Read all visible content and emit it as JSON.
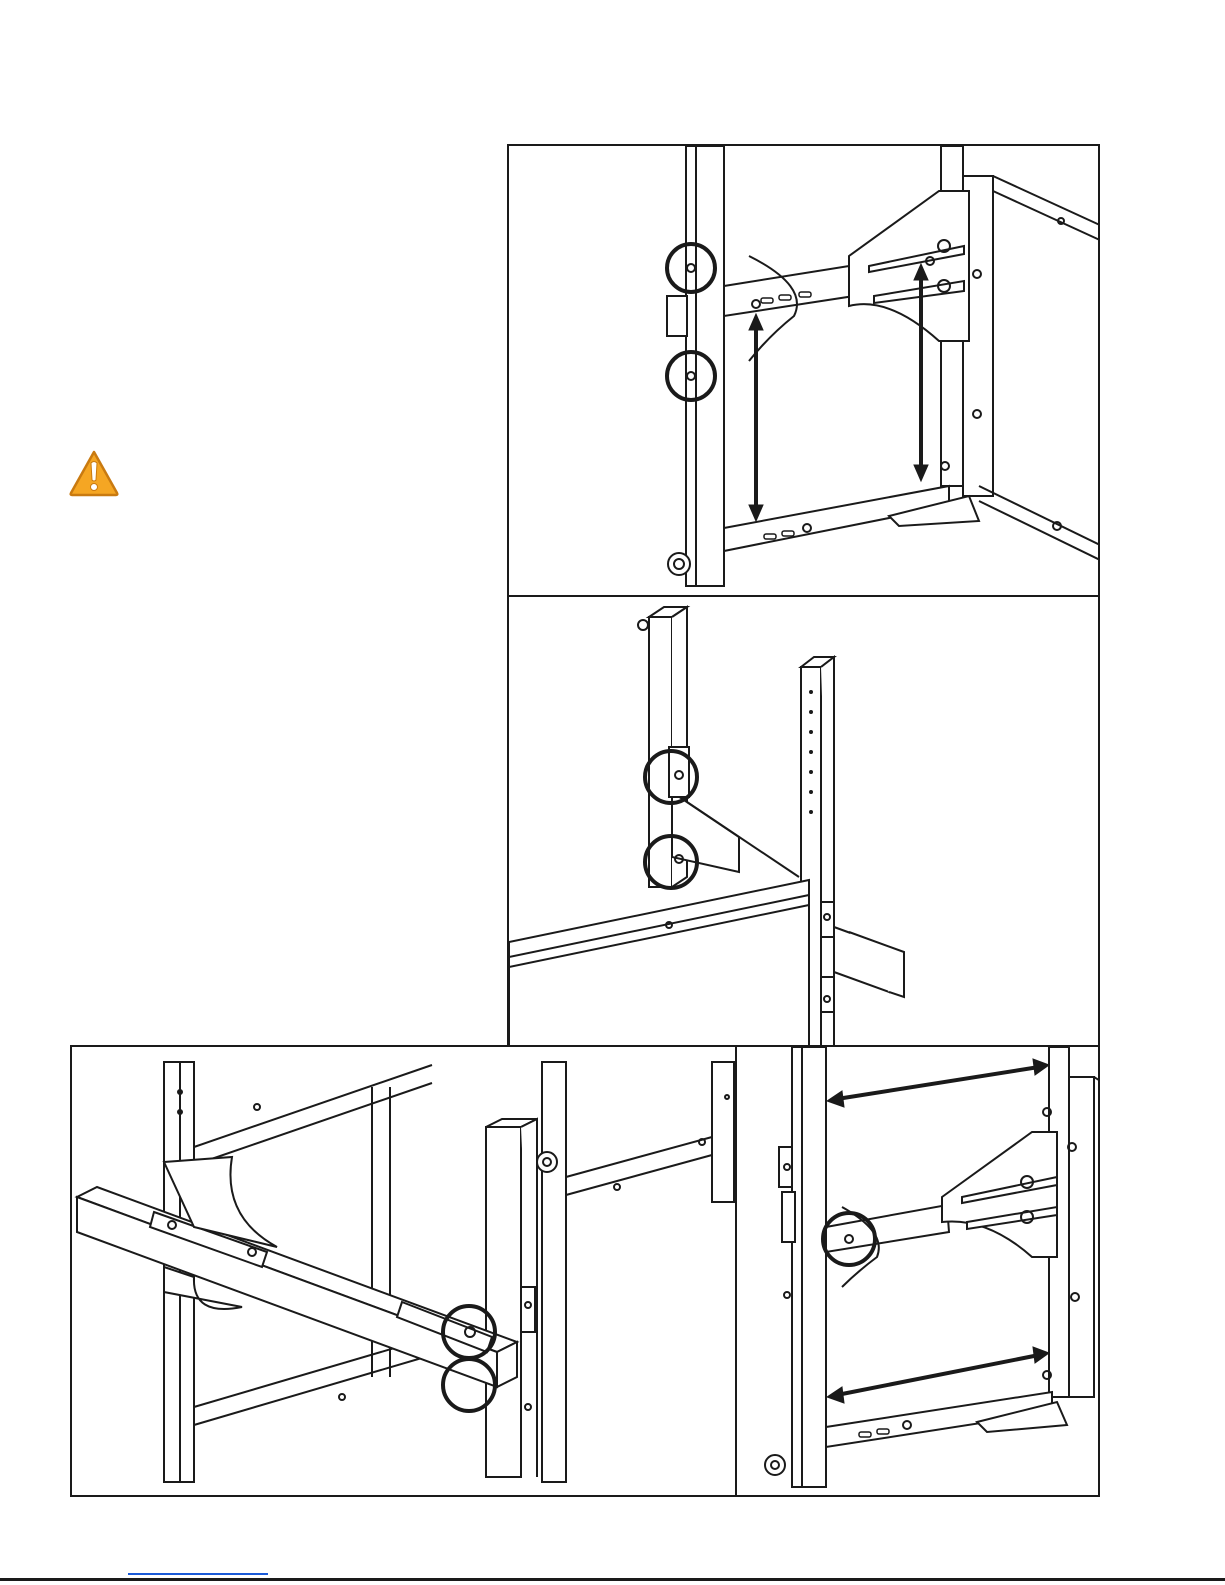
{
  "page": {
    "background": "#ffffff",
    "line_color": "#1a1a1a",
    "warning_color": "#f5a623",
    "link_color": "#1a5ad8"
  },
  "icons": {
    "warning": "warning-triangle-icon",
    "callout": "callout-circle-icon",
    "arrow": "double-arrow-icon"
  },
  "figures": [
    {
      "id": "fig-a",
      "callout_circles": 2,
      "arrows": 2
    },
    {
      "id": "fig-b",
      "callout_circles": 2,
      "arrows": 0
    },
    {
      "id": "fig-c",
      "callout_circles": 2,
      "arrows": 0
    },
    {
      "id": "fig-d",
      "callout_circles": 1,
      "arrows": 2
    }
  ]
}
